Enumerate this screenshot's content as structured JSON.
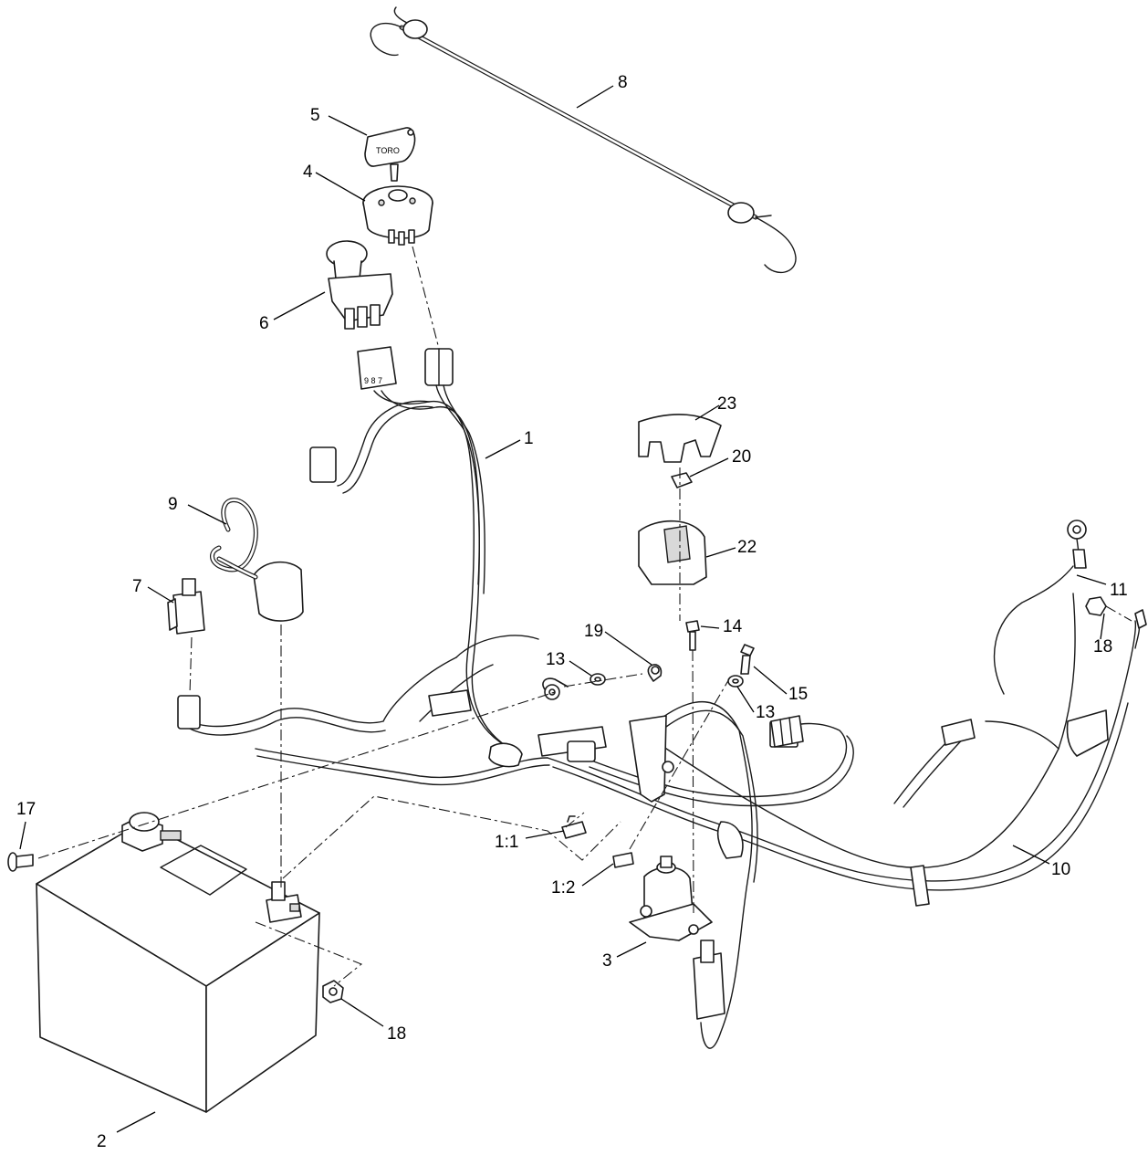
{
  "callouts": {
    "c1": "1",
    "c2": "2",
    "c3": "3",
    "c4": "4",
    "c5": "5",
    "c6": "6",
    "c7": "7",
    "c8": "8",
    "c9": "9",
    "c10": "10",
    "c11": "11",
    "c13a": "13",
    "c13b": "13",
    "c14": "14",
    "c15": "15",
    "c17": "17",
    "c18a": "18",
    "c18b": "18",
    "c19": "19",
    "c20": "20",
    "c22": "22",
    "c23": "23",
    "c1_1": "1:1",
    "c1_2": "1:2"
  },
  "labels": {
    "key_brand": "TORO",
    "connector_pins": "9 8 7"
  }
}
